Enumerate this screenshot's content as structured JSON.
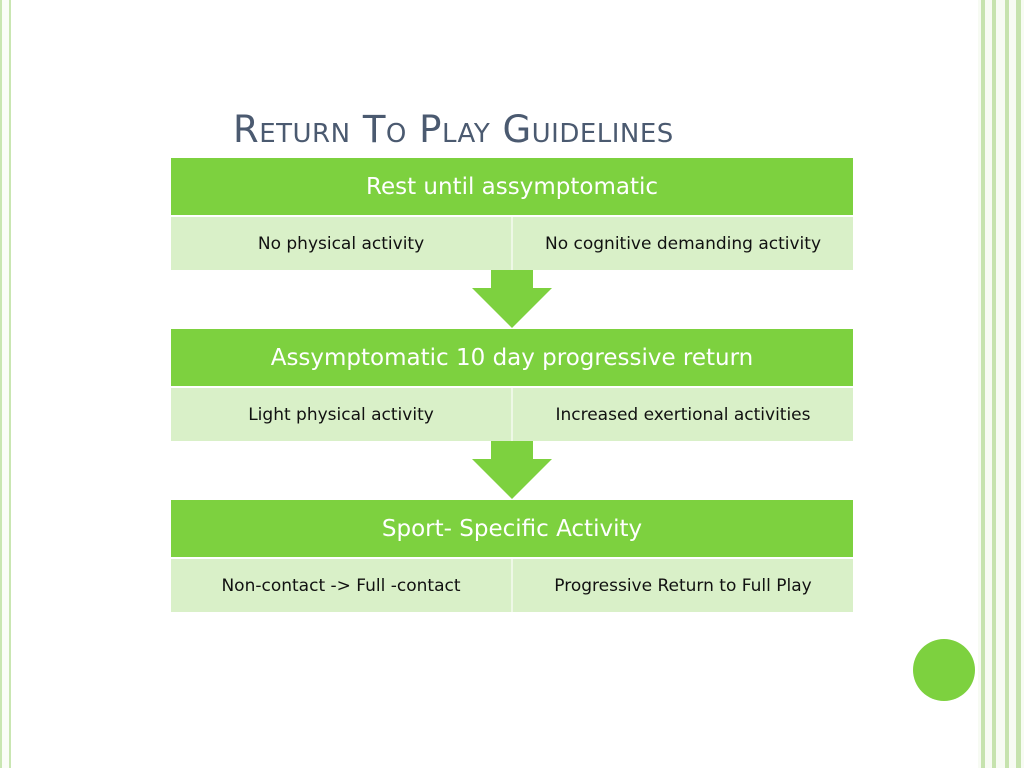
{
  "slide": {
    "title": "Return To Play Guidelines"
  },
  "flow": [
    {
      "heading": "Rest until assymptomatic",
      "items": [
        "No physical activity",
        "No cognitive demanding activity"
      ]
    },
    {
      "heading": "Assymptomatic 10 day progressive return",
      "items": [
        "Light physical activity",
        "Increased exertional activities"
      ]
    },
    {
      "heading": "Sport- Specific Activity",
      "items": [
        "Non-contact -> Full -contact",
        "Progressive Return to Full Play"
      ]
    }
  ],
  "colors": {
    "accent": "#7dd13f",
    "row_fill": "#d9f0c8",
    "title": "#4b5a70",
    "frame": "#c6e3ae"
  }
}
